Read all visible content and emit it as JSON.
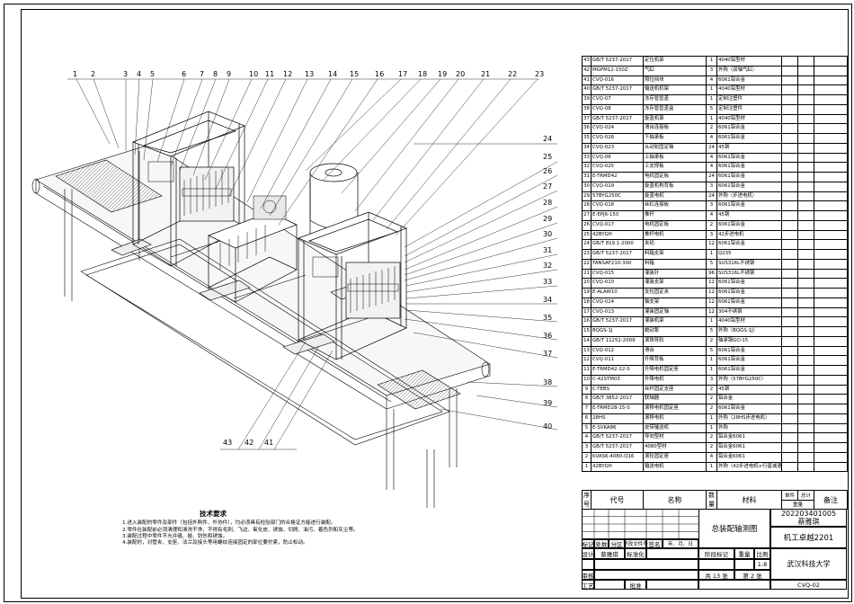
{
  "balloons_top": [
    "1",
    "2",
    "3",
    "4",
    "5",
    "6",
    "7",
    "8",
    "9",
    "10",
    "11",
    "12",
    "13",
    "14",
    "15",
    "16",
    "17",
    "18",
    "19",
    "20",
    "21",
    "22",
    "23"
  ],
  "balloons_right": [
    "24",
    "25",
    "26",
    "27",
    "28",
    "29",
    "30",
    "31",
    "32",
    "33",
    "34",
    "35",
    "36",
    "37",
    "38",
    "39",
    "40"
  ],
  "balloons_bottom": [
    "43",
    "42",
    "41"
  ],
  "parts": [
    [
      "43",
      "GB/T 5237-2017",
      "定位机架",
      "1",
      "4040铝型材"
    ],
    [
      "42",
      "MGPM12-150Z",
      "气缸",
      "3",
      "外购（双轴气缸）"
    ],
    [
      "41",
      "CVQ-016",
      "限位挡块",
      "4",
      "6061铝合金"
    ],
    [
      "40",
      "GB/T 5237-2017",
      "输送机机架",
      "1",
      "4040铝型材"
    ],
    [
      "39",
      "CVQ-07",
      "冻存管管盖",
      "1",
      "定制注塑件"
    ],
    [
      "38",
      "CVQ-08",
      "冻存管管盖盒",
      "5",
      "定制注塑件"
    ],
    [
      "37",
      "GB/T 5237-2017",
      "旋盖机架",
      "1",
      "4040铝型材"
    ],
    [
      "36",
      "CVQ-024",
      "滑台连接板",
      "2",
      "6061铝合金"
    ],
    [
      "35",
      "CVQ-026",
      "下抽承板",
      "4",
      "6061铝合金"
    ],
    [
      "34",
      "CVQ-023",
      "从动轮固定轴",
      "24",
      "45钢"
    ],
    [
      "33",
      "CVQ-06",
      "上抽承板",
      "4",
      "6061铝合金"
    ],
    [
      "32",
      "CVQ-025",
      "上支撑板",
      "4",
      "6061铝合金"
    ],
    [
      "31",
      "E-TRMD42",
      "电机固定板",
      "24",
      "6061铝合金"
    ],
    [
      "30",
      "CVQ-019",
      "旋盖机构背板",
      "3",
      "6061铝合金"
    ],
    [
      "29",
      "57BYG250C",
      "旋盖电机",
      "24",
      "外购（步进电机）"
    ],
    [
      "28",
      "CVQ-018",
      "丝杠连接板",
      "3",
      "6061铝合金"
    ],
    [
      "27",
      "E-EPJ6-150",
      "推杆",
      "4",
      "45钢"
    ],
    [
      "26",
      "CVQ-017",
      "电机固定板",
      "2",
      "6061铝合金"
    ],
    [
      "25",
      "42BYGH",
      "推杆电机",
      "3",
      "42步进电机"
    ],
    [
      "24",
      "GB/T 819.1-2000",
      "夹码",
      "12",
      "6061铝合金"
    ],
    [
      "23",
      "GB/T 5237-2017",
      "料箱支架",
      "1",
      "Q235"
    ],
    [
      "22",
      "TANSAF210-300",
      "料箱",
      "5",
      "SUS316L不锈钢"
    ],
    [
      "21",
      "CVQ-015",
      "灌装针",
      "96",
      "SUS316L不锈钢"
    ],
    [
      "20",
      "CVQ-010",
      "灌装支架",
      "12",
      "6061铝合金"
    ],
    [
      "19",
      "E-ALAW10",
      "支柱固定夹",
      "12",
      "6061铝合金"
    ],
    [
      "18",
      "CVQ-014",
      "轴支架",
      "12",
      "6061铝合金"
    ],
    [
      "17",
      "CVQ-013",
      "灌装固定轴",
      "12",
      "304不锈钢"
    ],
    [
      "16",
      "GB/T 5237-2017",
      "灌装机架",
      "1",
      "4040铝型材"
    ],
    [
      "15",
      "BQGS-1J",
      "蠕动泵",
      "5",
      "外购（BQGS-1J）"
    ],
    [
      "14",
      "GB/T 11252-2009",
      "滚珠导轨",
      "2",
      "轴承钢GCr15"
    ],
    [
      "13",
      "CVQ-012",
      "滑台",
      "5",
      "6061铝合金"
    ],
    [
      "12",
      "CVQ-011",
      "升降背板",
      "1",
      "6061铝合金"
    ],
    [
      "11",
      "E-TRMD42-22-S",
      "升降电机固定座",
      "1",
      "6061铝合金"
    ],
    [
      "10",
      "C-42STM03",
      "升降电机",
      "3",
      "外购（57BYG250C）"
    ],
    [
      "9",
      "C-TEBS",
      "丝杆固定支座",
      "2",
      "45钢"
    ],
    [
      "8",
      "GB/T 3852-2017",
      "联轴器",
      "2",
      "铝合金"
    ],
    [
      "7",
      "E-TRMD28-15-S",
      "滚移电机固定座",
      "2",
      "6061铝合金"
    ],
    [
      "6",
      "28HS",
      "滚移电机",
      "1",
      "外购（28HS步进电机）"
    ],
    [
      "5",
      "E-SVKA86",
      "皮带输送机",
      "1",
      "外购"
    ],
    [
      "4",
      "GB/T 5237-2017",
      "导向型材",
      "2",
      "铝合金6061"
    ],
    [
      "3",
      "GB/T 5237-2017",
      "4080型材",
      "2",
      "铝合金6061"
    ],
    [
      "2",
      "KVAS6-4080-Q16",
      "滚轮固定座",
      "4",
      "铝合金6061"
    ],
    [
      "1",
      "42BYGH",
      "输送电机",
      "1",
      "外购（42步进电机+行星减速器）"
    ]
  ],
  "parts_header": {
    "seq": "序号",
    "code": "代号",
    "name": "名称",
    "qty": "数量",
    "material": "材料",
    "single": "单件",
    "total": "总计",
    "weight": "重量",
    "remark": "备注"
  },
  "title_block": {
    "student_id": "202203401005",
    "student_name": "蔡雅琪",
    "class": "机工卓越2201",
    "university": "武汉科技大学",
    "drawing_title": "总装配轴测图",
    "drawing_no": "CVQ-02",
    "scale": "1:8",
    "scale_label": "比例",
    "weight_label": "重量",
    "stage_label": "阶段标记",
    "sheets": "共 13 张",
    "sheet_no": "第 2 张",
    "mark_label": "标记",
    "count_label": "处数",
    "zone_label": "分区",
    "change_label": "更改文件号",
    "sign_label": "签名",
    "date_label": "年、月、日",
    "design_label": "设计",
    "designer": "蔡雅琪",
    "std_label": "标准化",
    "review_label": "审核",
    "process_label": "工艺",
    "approve_label": "批准"
  },
  "tech_requirements": {
    "title": "技术要求",
    "items": [
      "1.进入装配的零件及部件（包括外购件、外协件），均必须具有检验部门的合格证方能进行装配。",
      "2.零件在装配前必须清理和清洗干净，不得有毛刺、飞边、氧化皮、锈蚀、切屑、油污、着色剂和灰尘等。",
      "3.装配过程中零件不允许磕、碰、划伤和锈蚀。",
      "4.装配时，对管夹、支座、法兰及接头等用螺纹连接固定的部位要拧紧，防止松动。"
    ]
  }
}
